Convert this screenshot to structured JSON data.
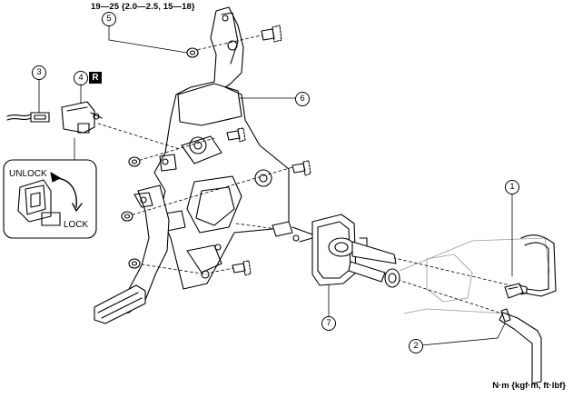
{
  "torque_spec": "19—25 {2.0—2.5, 15—18}",
  "units_note": "N·m {kgf·m, ft·lbf}",
  "replace_badge": "R",
  "inset": {
    "unlock_label": "UNLOCK",
    "lock_label": "LOCK"
  },
  "callouts": [
    "1",
    "2",
    "3",
    "4",
    "5",
    "6",
    "7"
  ],
  "colors": {
    "line": "#000000",
    "background": "#ffffff",
    "faint": "#9a9a9a"
  }
}
